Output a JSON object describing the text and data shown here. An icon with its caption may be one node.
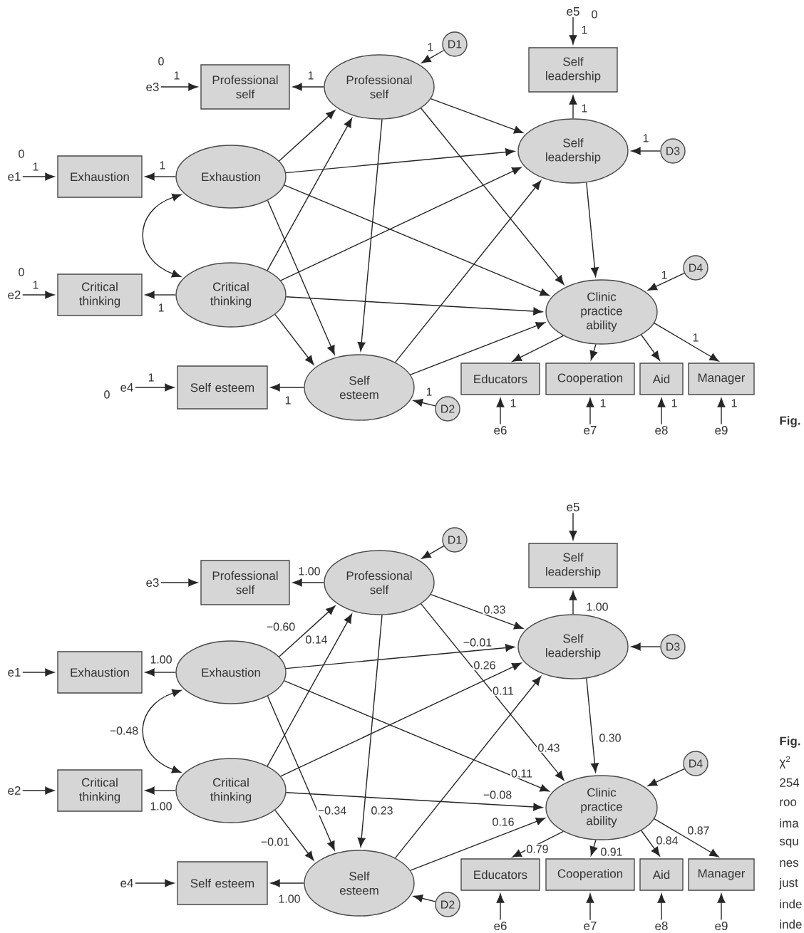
{
  "diagram": {
    "nodes": [
      {
        "text": [
          "e3"
        ],
        "beside": [
          "0"
        ]
      },
      {
        "text": [
          "Professional self"
        ]
      },
      {
        "text": [
          "Professional self"
        ]
      },
      {
        "text": [
          "D1"
        ]
      },
      {
        "text": [
          "e5"
        ],
        "beside": [
          "0"
        ]
      },
      {
        "text": [
          "Self leadership"
        ]
      },
      {
        "text": [
          "Self leadership"
        ]
      },
      {
        "text": [
          "D3"
        ]
      },
      {
        "text": [
          "e1"
        ],
        "beside": [
          "0"
        ]
      },
      {
        "text": [
          "Exhaustion"
        ]
      },
      {
        "text": [
          "Exhaustion"
        ]
      },
      {
        "text": [
          "e2"
        ],
        "beside": [
          "0"
        ]
      },
      {
        "text": [
          "Critical thinking"
        ]
      },
      {
        "text": [
          "Critical thinking"
        ]
      },
      {
        "text": [
          "D4"
        ]
      },
      {
        "text": [
          "Clinic practice ability"
        ]
      },
      {
        "text": [
          "e4"
        ],
        "beside": [
          "0"
        ]
      },
      {
        "text": [
          "Self esteem"
        ]
      },
      {
        "text": [
          "Self esteem"
        ]
      },
      {
        "text": [
          "D2"
        ]
      },
      {
        "text": [
          "Educators"
        ]
      },
      {
        "text": [
          "Cooperation"
        ]
      },
      {
        "text": [
          "Aid"
        ]
      },
      {
        "text": [
          "Manager"
        ]
      },
      {
        "text": [
          "e6"
        ]
      },
      {
        "text": [
          "e7"
        ]
      },
      {
        "text": [
          "e8"
        ]
      },
      {
        "text": [
          "e9"
        ]
      },
      {
        "text": [
          "e3"
        ]
      },
      {
        "text": [
          "Professional self"
        ]
      },
      {
        "text": [
          "Professional self"
        ]
      },
      {
        "text": [
          "D1"
        ]
      },
      {
        "text": [
          "e5"
        ]
      },
      {
        "text": [
          "Self leadership"
        ]
      },
      {
        "text": [
          "Self leadership"
        ]
      },
      {
        "text": [
          "D3"
        ]
      },
      {
        "text": [
          "e1"
        ]
      },
      {
        "text": [
          "Exhaustion"
        ]
      },
      {
        "text": [
          "Exhaustion"
        ]
      },
      {
        "text": [
          "e2"
        ]
      },
      {
        "text": [
          "Critical thinking"
        ]
      },
      {
        "text": [
          "Critical thinking"
        ]
      },
      {
        "text": [
          "D4"
        ]
      },
      {
        "text": [
          "Clinic practice ability"
        ]
      },
      {
        "text": [
          "e4"
        ]
      },
      {
        "text": [
          "Self esteem"
        ]
      },
      {
        "text": [
          "Self esteem"
        ]
      },
      {
        "text": [
          "D2"
        ]
      },
      {
        "text": [
          "Educators"
        ]
      },
      {
        "text": [
          "Cooperation"
        ]
      },
      {
        "text": [
          "Aid"
        ]
      },
      {
        "text": [
          "Manager"
        ]
      },
      {
        "text": [
          "e6"
        ]
      },
      {
        "text": [
          "e7"
        ]
      },
      {
        "text": [
          "e8"
        ]
      },
      {
        "text": [
          "e9"
        ]
      }
    ],
    "edges": [
      {
        "from": 0,
        "to": 1,
        "arrow": "to",
        "label": "1"
      },
      {
        "from": 2,
        "to": 1,
        "arrow": "to",
        "label": "1"
      },
      {
        "from": 3,
        "to": 2,
        "arrow": "to",
        "label": "1"
      },
      {
        "from": 4,
        "to": 5,
        "arrow": "to",
        "label": "1"
      },
      {
        "from": 6,
        "to": 5,
        "arrow": "to",
        "label": "1"
      },
      {
        "from": 7,
        "to": 6,
        "arrow": "to",
        "label": "1"
      },
      {
        "from": 8,
        "to": 9,
        "arrow": "to",
        "label": "1"
      },
      {
        "from": 10,
        "to": 9,
        "arrow": "to",
        "label": "1"
      },
      {
        "from": 11,
        "to": 12,
        "arrow": "to",
        "label": "1"
      },
      {
        "from": 13,
        "to": 12,
        "arrow": "to",
        "label": "1"
      },
      {
        "from": 10,
        "to": 13,
        "arrow": "both"
      },
      {
        "from": 10,
        "to": 2,
        "arrow": "to"
      },
      {
        "from": 13,
        "to": 2,
        "arrow": "to"
      },
      {
        "from": 2,
        "to": 6,
        "arrow": "to"
      },
      {
        "from": 10,
        "to": 6,
        "arrow": "to"
      },
      {
        "from": 13,
        "to": 6,
        "arrow": "to"
      },
      {
        "from": 18,
        "to": 6,
        "arrow": "to"
      },
      {
        "from": 2,
        "to": 15,
        "arrow": "to"
      },
      {
        "from": 10,
        "to": 15,
        "arrow": "to"
      },
      {
        "from": 13,
        "to": 15,
        "arrow": "to"
      },
      {
        "from": 18,
        "to": 15,
        "arrow": "to"
      },
      {
        "from": 6,
        "to": 15,
        "arrow": "to"
      },
      {
        "from": 10,
        "to": 18,
        "arrow": "to"
      },
      {
        "from": 2,
        "to": 18,
        "arrow": "to"
      },
      {
        "from": 13,
        "to": 18,
        "arrow": "to"
      },
      {
        "from": 14,
        "to": 15,
        "arrow": "to",
        "label": "1"
      },
      {
        "from": 16,
        "to": 17,
        "arrow": "to",
        "label": "1"
      },
      {
        "from": 18,
        "to": 17,
        "arrow": "to",
        "label": "1"
      },
      {
        "from": 19,
        "to": 18,
        "arrow": "to",
        "label": "1"
      },
      {
        "from": 15,
        "to": 20,
        "arrow": "to"
      },
      {
        "from": 15,
        "to": 21,
        "arrow": "to"
      },
      {
        "from": 15,
        "to": 22,
        "arrow": "to"
      },
      {
        "from": 15,
        "to": 23,
        "arrow": "to",
        "label": "1"
      },
      {
        "from": 24,
        "to": 20,
        "arrow": "to",
        "label": "1"
      },
      {
        "from": 25,
        "to": 21,
        "arrow": "to",
        "label": "1"
      },
      {
        "from": 26,
        "to": 22,
        "arrow": "to",
        "label": "1"
      },
      {
        "from": 27,
        "to": 23,
        "arrow": "to",
        "label": "1"
      },
      {
        "from": 28,
        "to": 29,
        "arrow": "to"
      },
      {
        "from": 30,
        "to": 29,
        "arrow": "to",
        "label": "1.00"
      },
      {
        "from": 31,
        "to": 30,
        "arrow": "to"
      },
      {
        "from": 32,
        "to": 33,
        "arrow": "to"
      },
      {
        "from": 34,
        "to": 33,
        "arrow": "to",
        "label": "1.00"
      },
      {
        "from": 35,
        "to": 34,
        "arrow": "to"
      },
      {
        "from": 36,
        "to": 37,
        "arrow": "to"
      },
      {
        "from": 38,
        "to": 37,
        "arrow": "to",
        "label": "1.00"
      },
      {
        "from": 39,
        "to": 40,
        "arrow": "to"
      },
      {
        "from": 41,
        "to": 40,
        "arrow": "to",
        "label": "1.00"
      },
      {
        "from": 38,
        "to": 41,
        "arrow": "both",
        "label": "−0.48"
      },
      {
        "from": 38,
        "to": 30,
        "arrow": "to",
        "label": "−0.60"
      },
      {
        "from": 41,
        "to": 30,
        "arrow": "to",
        "label": "0.14"
      },
      {
        "from": 30,
        "to": 34,
        "arrow": "to",
        "label": "0.33"
      },
      {
        "from": 38,
        "to": 34,
        "arrow": "to",
        "label": "−0.01"
      },
      {
        "from": 41,
        "to": 34,
        "arrow": "to",
        "label": "0.26"
      },
      {
        "from": 46,
        "to": 34,
        "arrow": "to",
        "label": "0.11"
      },
      {
        "from": 30,
        "to": 43,
        "arrow": "to",
        "label": "0.43"
      },
      {
        "from": 38,
        "to": 43,
        "arrow": "to",
        "label": "0.11"
      },
      {
        "from": 41,
        "to": 43,
        "arrow": "to",
        "label": "−0.08"
      },
      {
        "from": 46,
        "to": 43,
        "arrow": "to",
        "label": "0.16"
      },
      {
        "from": 34,
        "to": 43,
        "arrow": "to",
        "label": "0.30"
      },
      {
        "from": 38,
        "to": 46,
        "arrow": "to",
        "label": "−0.34"
      },
      {
        "from": 30,
        "to": 46,
        "arrow": "to",
        "label": "0.23"
      },
      {
        "from": 41,
        "to": 46,
        "arrow": "to",
        "label": "−0.01"
      },
      {
        "from": 42,
        "to": 43,
        "arrow": "to"
      },
      {
        "from": 44,
        "to": 45,
        "arrow": "to"
      },
      {
        "from": 46,
        "to": 45,
        "arrow": "to",
        "label": "1.00"
      },
      {
        "from": 47,
        "to": 46,
        "arrow": "to"
      },
      {
        "from": 43,
        "to": 48,
        "arrow": "to",
        "label": "0.79"
      },
      {
        "from": 43,
        "to": 49,
        "arrow": "to",
        "label": "0.91"
      },
      {
        "from": 43,
        "to": 50,
        "arrow": "to",
        "label": "0.84"
      },
      {
        "from": 43,
        "to": 51,
        "arrow": "to",
        "label": "0.87"
      },
      {
        "from": 52,
        "to": 48,
        "arrow": "to"
      },
      {
        "from": 53,
        "to": 49,
        "arrow": "to"
      },
      {
        "from": 54,
        "to": 50,
        "arrow": "to"
      },
      {
        "from": 55,
        "to": 51,
        "arrow": "to"
      }
    ],
    "labels": [
      "Fig.",
      "Fig.",
      "χ$^{2}$",
      "254",
      "roo",
      "ima",
      "squ",
      "nes",
      "just",
      "inde",
      "inde"
    ]
  }
}
